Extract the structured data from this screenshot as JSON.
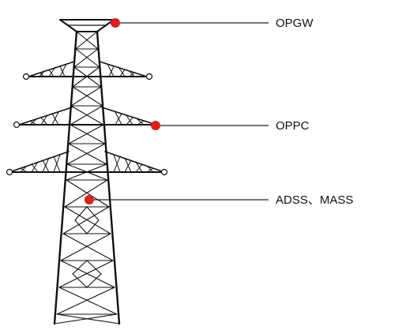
{
  "labels": {
    "opgw": "OPGW",
    "oppc": "OPPC",
    "adss_mass": "ADSS、MASS"
  },
  "colors": {
    "structure": "#111111",
    "marker": "#d9201c",
    "leader_line": "#222222",
    "insulator_fill": "#ffffff"
  }
}
